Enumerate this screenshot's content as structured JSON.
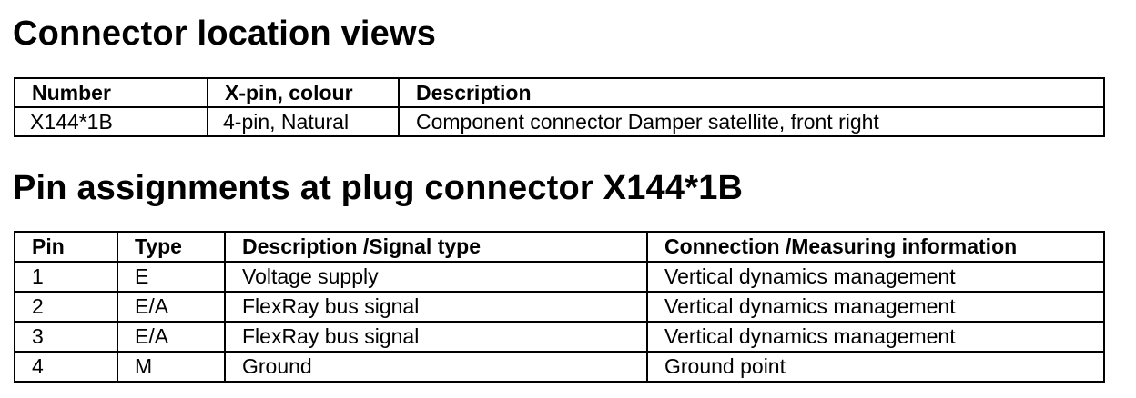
{
  "connector_section": {
    "title": "Connector location views",
    "headers": [
      "Number",
      "X-pin, colour",
      "Description"
    ],
    "rows": [
      [
        "X144*1B",
        "4-pin, Natural",
        "Component connector Damper satellite, front right"
      ]
    ]
  },
  "pin_section": {
    "title": "Pin assignments at plug connector X144*1B",
    "headers": [
      "Pin",
      "Type",
      "Description /Signal type",
      "Connection /Measuring information"
    ],
    "rows": [
      [
        "1",
        "E",
        "Voltage supply",
        "Vertical dynamics management"
      ],
      [
        "2",
        "E/A",
        "FlexRay bus signal",
        "Vertical dynamics management"
      ],
      [
        "3",
        "E/A",
        "FlexRay bus signal",
        "Vertical dynamics management"
      ],
      [
        "4",
        "M",
        "Ground",
        "Ground point"
      ]
    ]
  }
}
